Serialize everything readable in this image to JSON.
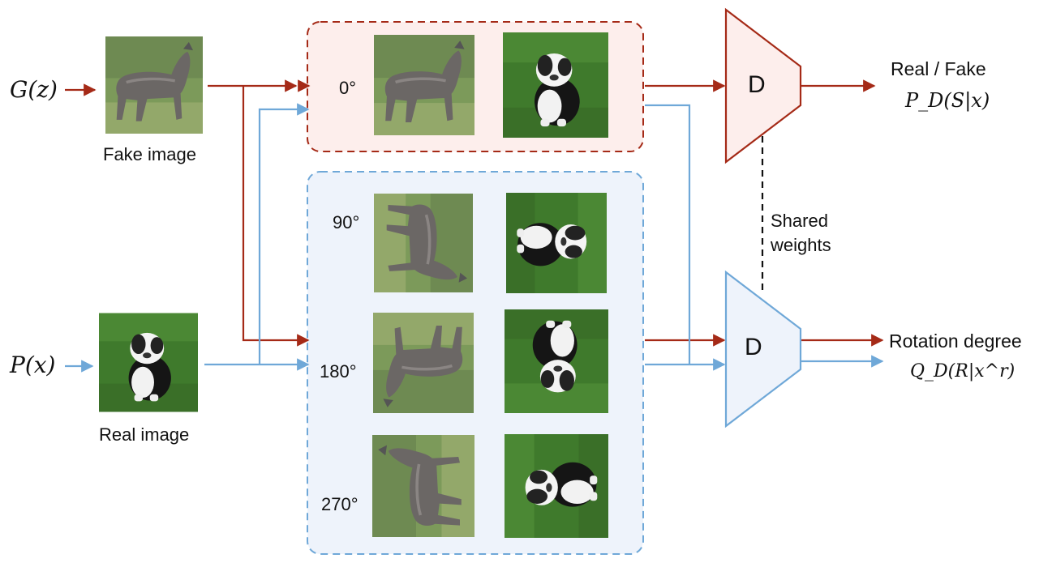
{
  "inputs": {
    "fake_input": "G(z)",
    "real_input": "P(x)",
    "fake_caption": "Fake image",
    "real_caption": "Real image"
  },
  "rotations": {
    "deg_0": "0°",
    "deg_90": "90°",
    "deg_180": "180°",
    "deg_270": "270°"
  },
  "discriminator": {
    "label_top": "D",
    "label_bottom": "D",
    "shared": "Shared weights"
  },
  "outputs": {
    "real_fake": "Real / Fake",
    "real_fake_prob": "P_D(S|x)",
    "rotation": "Rotation degree",
    "rotation_prob": "Q_D(R|x^r)"
  },
  "colors": {
    "fake_path": "#a52a17",
    "real_path": "#6fa8d8",
    "top_box_fill": "#fdeeec",
    "bottom_box_fill": "#eef3fb",
    "disc_top_fill": "#fdeeec",
    "disc_bottom_fill": "#eef3fb"
  },
  "icons": {
    "fake": "dog-standing-icon",
    "real": "dog-sitting-icon"
  }
}
